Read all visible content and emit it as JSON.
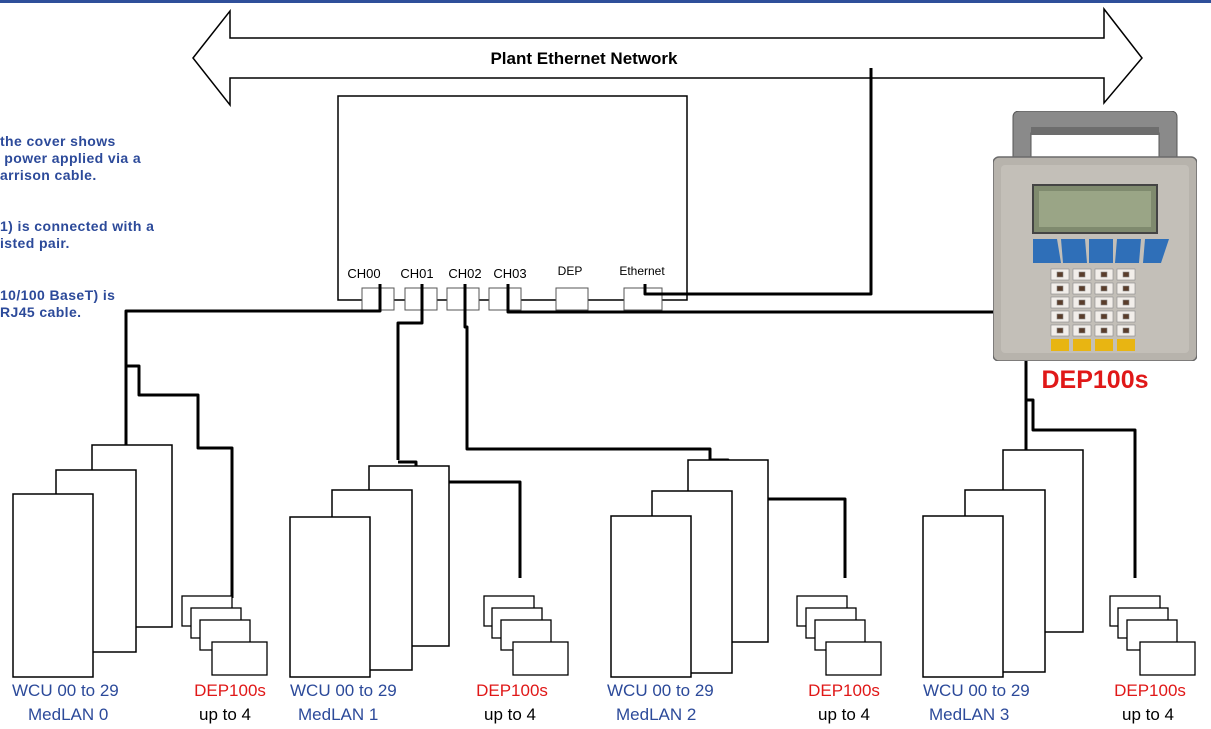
{
  "network": {
    "label": "Plant Ethernet Network"
  },
  "notes": [
    "the cover shows\n power applied via a\narrison cable.",
    "1) is connected with a\nisted pair.",
    "10/100 BaseT) is\nRJ45 cable."
  ],
  "gateway": {
    "ports": [
      "CH00",
      "CH01",
      "CH02",
      "CH03",
      "DEP",
      "Ethernet"
    ]
  },
  "handheld": {
    "title": "DEP100s"
  },
  "groups": [
    {
      "wcu": "WCU 00 to 29",
      "lan": "MedLAN 0",
      "dep": "DEP100s",
      "dep_count": "up to 4"
    },
    {
      "wcu": "WCU 00 to 29",
      "lan": "MedLAN 1",
      "dep": "DEP100s",
      "dep_count": "up to 4"
    },
    {
      "wcu": "WCU 00 to 29",
      "lan": "MedLAN 2",
      "dep": "DEP100s",
      "dep_count": "up to 4"
    },
    {
      "wcu": "WCU 00 to 29",
      "lan": "MedLAN 3",
      "dep": "DEP100s",
      "dep_count": "up to 4"
    }
  ],
  "colors": {
    "blue_text": "#2c4a9a",
    "red_text": "#e01818",
    "wire": "#000000"
  }
}
